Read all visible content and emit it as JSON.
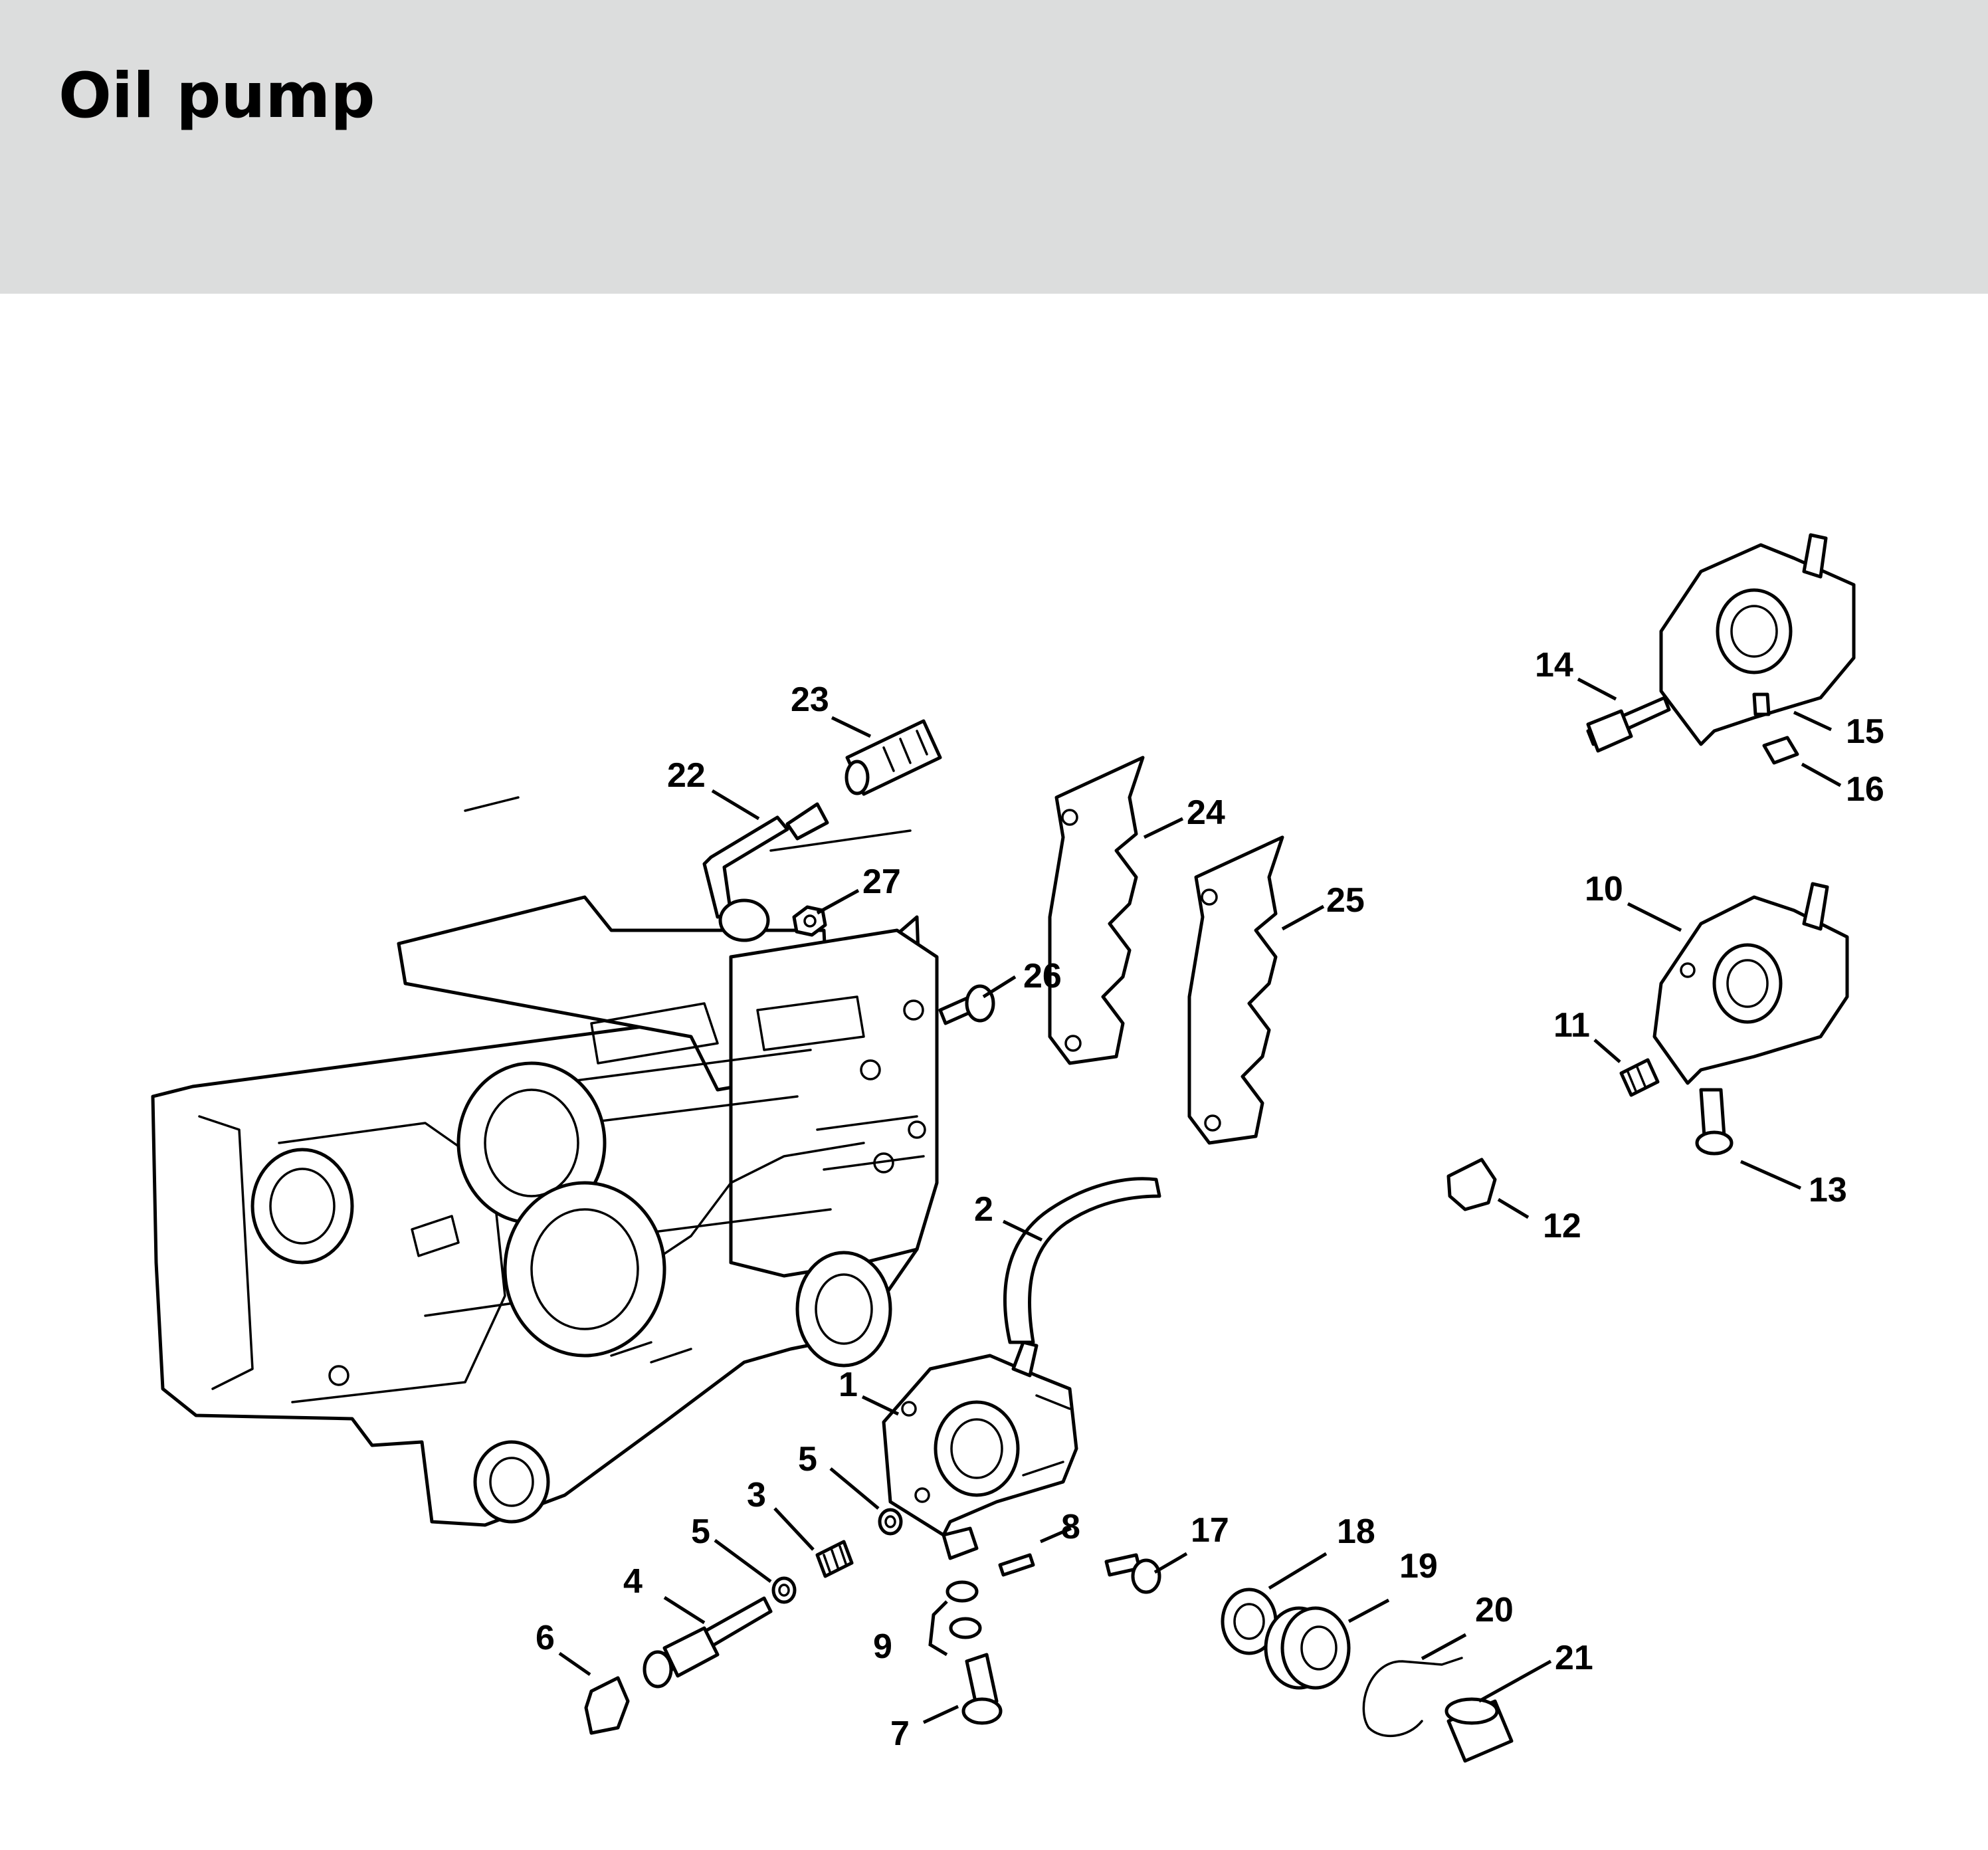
{
  "header": {
    "title": "Oil pump",
    "background": "#dcdddd"
  },
  "callouts": [
    {
      "id": "1",
      "label": "1"
    },
    {
      "id": "2",
      "label": "2"
    },
    {
      "id": "3",
      "label": "3"
    },
    {
      "id": "4",
      "label": "4"
    },
    {
      "id": "5a",
      "label": "5"
    },
    {
      "id": "5b",
      "label": "5"
    },
    {
      "id": "6",
      "label": "6"
    },
    {
      "id": "7",
      "label": "7"
    },
    {
      "id": "8",
      "label": "8"
    },
    {
      "id": "9",
      "label": "9"
    },
    {
      "id": "10",
      "label": "10"
    },
    {
      "id": "11",
      "label": "11"
    },
    {
      "id": "12",
      "label": "12"
    },
    {
      "id": "13",
      "label": "13"
    },
    {
      "id": "14",
      "label": "14"
    },
    {
      "id": "15",
      "label": "15"
    },
    {
      "id": "16",
      "label": "16"
    },
    {
      "id": "17",
      "label": "17"
    },
    {
      "id": "18",
      "label": "18"
    },
    {
      "id": "19",
      "label": "19"
    },
    {
      "id": "20",
      "label": "20"
    },
    {
      "id": "21",
      "label": "21"
    },
    {
      "id": "22",
      "label": "22"
    },
    {
      "id": "23",
      "label": "23"
    },
    {
      "id": "24",
      "label": "24"
    },
    {
      "id": "25",
      "label": "25"
    },
    {
      "id": "26",
      "label": "26"
    },
    {
      "id": "27",
      "label": "27"
    }
  ]
}
